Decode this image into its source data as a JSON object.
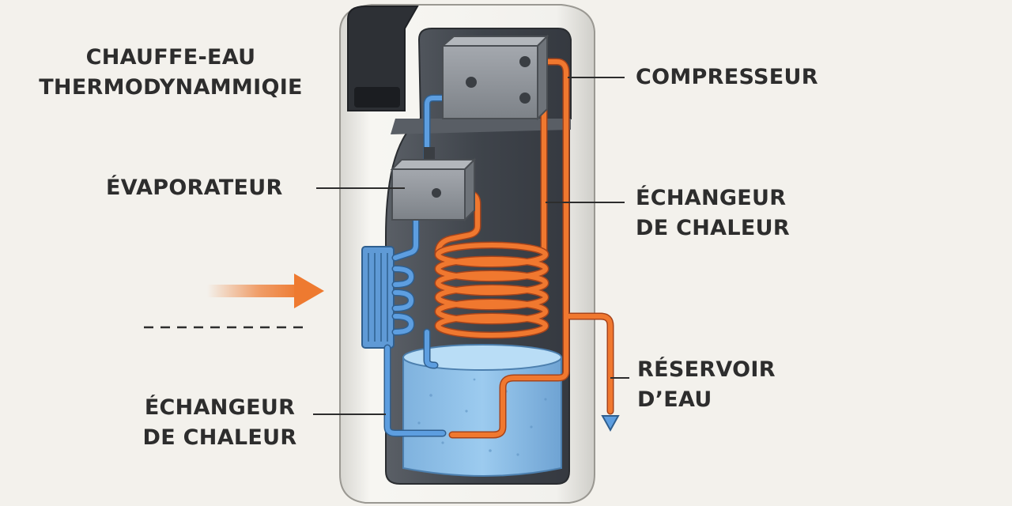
{
  "title": {
    "line1": "CHAUFFE-EAU",
    "line2": "THERMODYNAMMIQIE"
  },
  "labels": {
    "compressor": "COMPRESSEUR",
    "evaporator": "ÉVAPORATEUR",
    "heat_exchanger_right": {
      "line1": "ÉCHANGEUR",
      "line2": "DE CHALEUR"
    },
    "heat_exchanger_left": {
      "line1": "ÉCHANGEUR",
      "line2": "DE CHALEUR"
    },
    "water_tank": {
      "line1": "RÉSERVOIR",
      "line2": "D’EAU"
    }
  },
  "colors": {
    "background": "#f3f1ec",
    "hot_pipe": "#e46a2a",
    "cold_pipe": "#4a8cd0",
    "water": "#8fc0e8",
    "housing": "#ecebe7",
    "interior": "#454a52",
    "component_gray": "#8e939a",
    "text": "#2d2d2d",
    "airflow_arrow": "#ee7a30"
  },
  "icons": {
    "airflow": "airflow-arrow-icon",
    "water_outlet": "water-outlet-arrow-icon"
  }
}
